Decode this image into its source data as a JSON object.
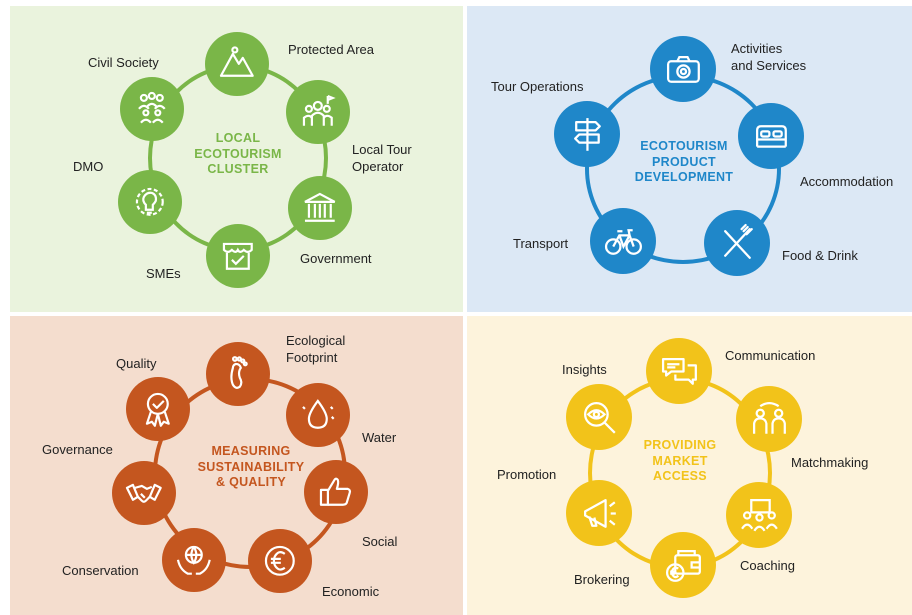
{
  "colors": {
    "green": "#7ab648",
    "blue": "#1f87c9",
    "orange": "#c4561f",
    "yellow": "#f2c31a"
  },
  "clusters": [
    {
      "id": "local",
      "title_lines": [
        "LOCAL",
        "ECOTOURISM",
        "CLUSTER"
      ],
      "items": [
        {
          "label": "Protected Area",
          "icon": "mountain-icon"
        },
        {
          "label": "Local Tour\nOperator",
          "icon": "tour-group-icon"
        },
        {
          "label": "Government",
          "icon": "government-building-icon"
        },
        {
          "label": "SMEs",
          "icon": "shop-icon"
        },
        {
          "label": "DMO",
          "icon": "lightbulb-gear-icon"
        },
        {
          "label": "Civil Society",
          "icon": "people-group-icon"
        }
      ]
    },
    {
      "id": "product",
      "title_lines": [
        "ECOTOURISM",
        "PRODUCT",
        "DEVELOPMENT"
      ],
      "items": [
        {
          "label": "Activities\nand Services",
          "icon": "camera-icon"
        },
        {
          "label": "Accommodation",
          "icon": "bed-icon"
        },
        {
          "label": "Food & Drink",
          "icon": "fork-knife-icon"
        },
        {
          "label": "Transport",
          "icon": "bicycle-icon"
        },
        {
          "label": "Tour Operations",
          "icon": "signpost-icon"
        }
      ]
    },
    {
      "id": "sustainability",
      "title_lines": [
        "MEASURING",
        "SUSTAINABILITY",
        "& QUALITY"
      ],
      "items": [
        {
          "label": "Ecological\nFootprint",
          "icon": "footprint-icon"
        },
        {
          "label": "Water",
          "icon": "water-drop-icon"
        },
        {
          "label": "Social",
          "icon": "thumbs-up-icon"
        },
        {
          "label": "Economic",
          "icon": "euro-icon"
        },
        {
          "label": "Conservation",
          "icon": "globe-hands-icon"
        },
        {
          "label": "Governance",
          "icon": "handshake-icon"
        },
        {
          "label": "Quality",
          "icon": "award-icon"
        }
      ]
    },
    {
      "id": "market",
      "title_lines": [
        "PROVIDING",
        "MARKET",
        "ACCESS"
      ],
      "items": [
        {
          "label": "Communication",
          "icon": "chat-bubbles-icon"
        },
        {
          "label": "Matchmaking",
          "icon": "matchmaking-icon"
        },
        {
          "label": "Coaching",
          "icon": "coaching-icon"
        },
        {
          "label": "Brokering",
          "icon": "wallet-euro-icon"
        },
        {
          "label": "Promotion",
          "icon": "megaphone-icon"
        },
        {
          "label": "Insights",
          "icon": "magnifier-eye-icon"
        }
      ]
    }
  ]
}
